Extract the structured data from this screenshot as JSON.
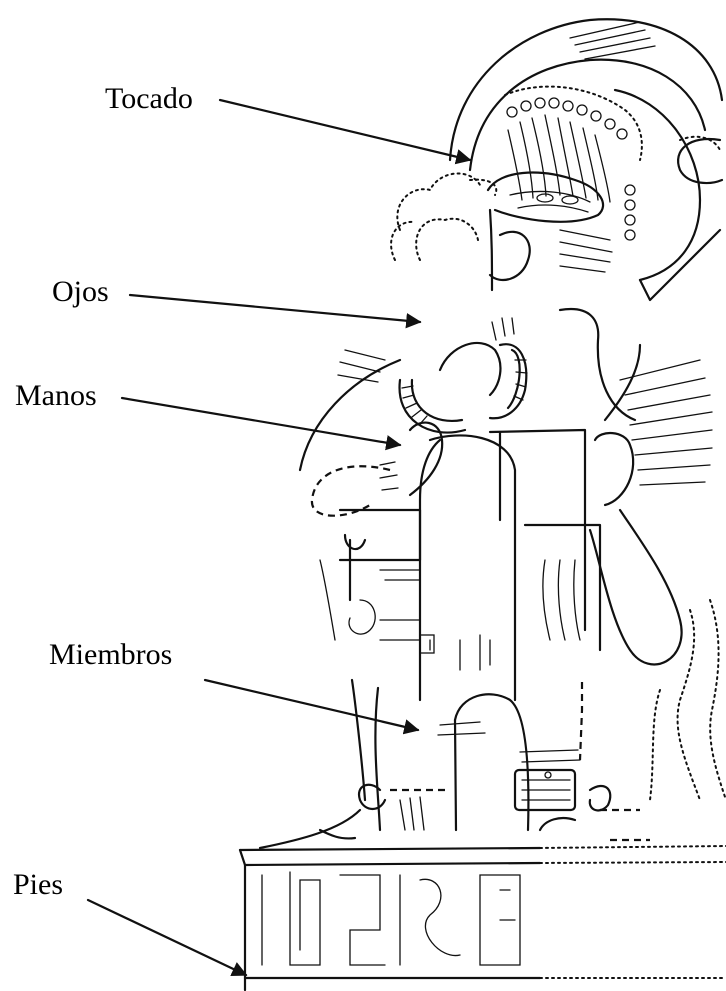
{
  "labels": {
    "tocado": "Tocado",
    "ojos": "Ojos",
    "manos": "Manos",
    "miembros": "Miembros",
    "pies": "Pies"
  },
  "colors": {
    "ink": "#111111",
    "background": "#ffffff"
  }
}
